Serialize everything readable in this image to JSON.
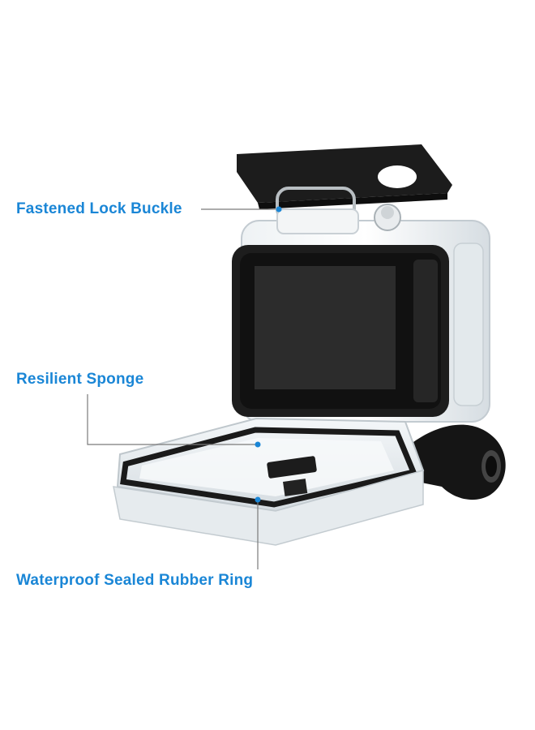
{
  "labels": {
    "lock_buckle": "Fastened Lock Buckle",
    "sponge": "Resilient Sponge",
    "rubber_ring": "Waterproof Sealed Rubber Ring"
  },
  "colors": {
    "accent": "#1a86d6",
    "product_dark": "#1b1b1b",
    "screen": "#2a2a2a",
    "clear_shell": "#dfe6ea"
  }
}
